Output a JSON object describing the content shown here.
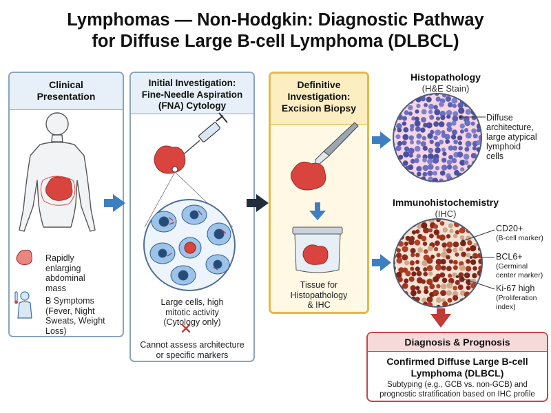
{
  "title": {
    "line1": "Lymphomas — Non-Hodgkin: Diagnostic Pathway",
    "line2": "for Diffuse Large B-cell Lymphoma (DLBCL)"
  },
  "clinical": {
    "title_line1": "Clinical",
    "title_line2": "Presentation",
    "mass_label": [
      "Rapidly",
      "enlarging",
      "abdominal",
      "mass"
    ],
    "symptoms_label": [
      "B Symptoms",
      "(Fever, Night",
      "Sweats, Weight",
      "Loss)"
    ]
  },
  "fna": {
    "title_lines": [
      "Initial Investigation:",
      "Fine-Needle Aspiration",
      "(FNA) Cytology"
    ],
    "finding_lines": [
      "Large cells, high",
      "mitotic activity",
      "(Cytology only)"
    ],
    "limitation_lines": [
      "Cannot assess architecture",
      "or specific markers"
    ]
  },
  "biopsy": {
    "title_lines": [
      "Definitive",
      "Investigation:",
      "Excision Biopsy"
    ],
    "tissue_lines": [
      "Tissue for",
      "Histopathology",
      "& IHC"
    ]
  },
  "histo": {
    "title": "Histopathology",
    "subtitle": "(H&E Stain)",
    "finding_lines": [
      "Diffuse",
      "architecture,",
      "large atypical",
      "lymphoid",
      "cells"
    ]
  },
  "ihc": {
    "title": "Immunohistochemistry",
    "subtitle": "(IHC)",
    "markers": [
      {
        "name": "CD20+",
        "desc_lines": [
          "(B-cell marker)"
        ]
      },
      {
        "name": "BCL6+",
        "desc_lines": [
          "(Germinal",
          "center marker)"
        ]
      },
      {
        "name": "Ki-67 high",
        "desc_lines": [
          "(Proliferation",
          "index)"
        ]
      }
    ]
  },
  "diagnosis": {
    "title": "Diagnosis & Prognosis",
    "main_lines": [
      "Confirmed Diffuse Large B-cell",
      "Lymphoma (DLBCL)"
    ],
    "sub_lines": [
      "Subtyping (e.g., GCB vs. non-GCB) and",
      "prognostic stratification based on IHC profile"
    ]
  },
  "colors": {
    "panel_border": "#8aa4bd",
    "panel_header": "#e7f0f8",
    "biopsy_border": "#e4b94a",
    "biopsy_fill": "#fff8e4",
    "diagnosis_border": "#c04848",
    "arrow_blue": "#3d7fc0",
    "arrow_red": "#c23b36",
    "tissue_red": "#d9453e"
  }
}
